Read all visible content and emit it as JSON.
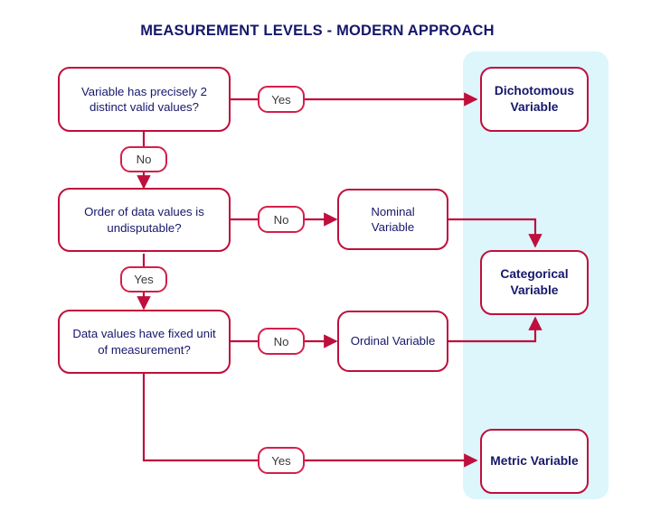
{
  "title": "MEASUREMENT LEVELS - MODERN APPROACH",
  "colors": {
    "title_text": "#16176b",
    "node_border": "#bf0f3c",
    "node_text": "#16176b",
    "label_border": "#d31f4b",
    "label_text": "#3a3a3a",
    "wire": "#bf0f3c",
    "highlight_panel": "#dcf6fb",
    "background": "#ffffff"
  },
  "nodes": {
    "decision_1": "Variable has precisely 2 distinct valid values?",
    "decision_2": "Order of data values is undisputable?",
    "decision_3": "Data values have fixed unit of measurement?",
    "nominal": "Nominal Variable",
    "ordinal": "Ordinal Variable",
    "dichotomous": "Dichotomous Variable",
    "categorical": "Categorical Variable",
    "metric": "Metric Variable"
  },
  "edge_labels": {
    "d1_yes": "Yes",
    "d1_no": "No",
    "d2_no": "No",
    "d2_yes": "Yes",
    "d3_no": "No",
    "d3_yes": "Yes"
  }
}
